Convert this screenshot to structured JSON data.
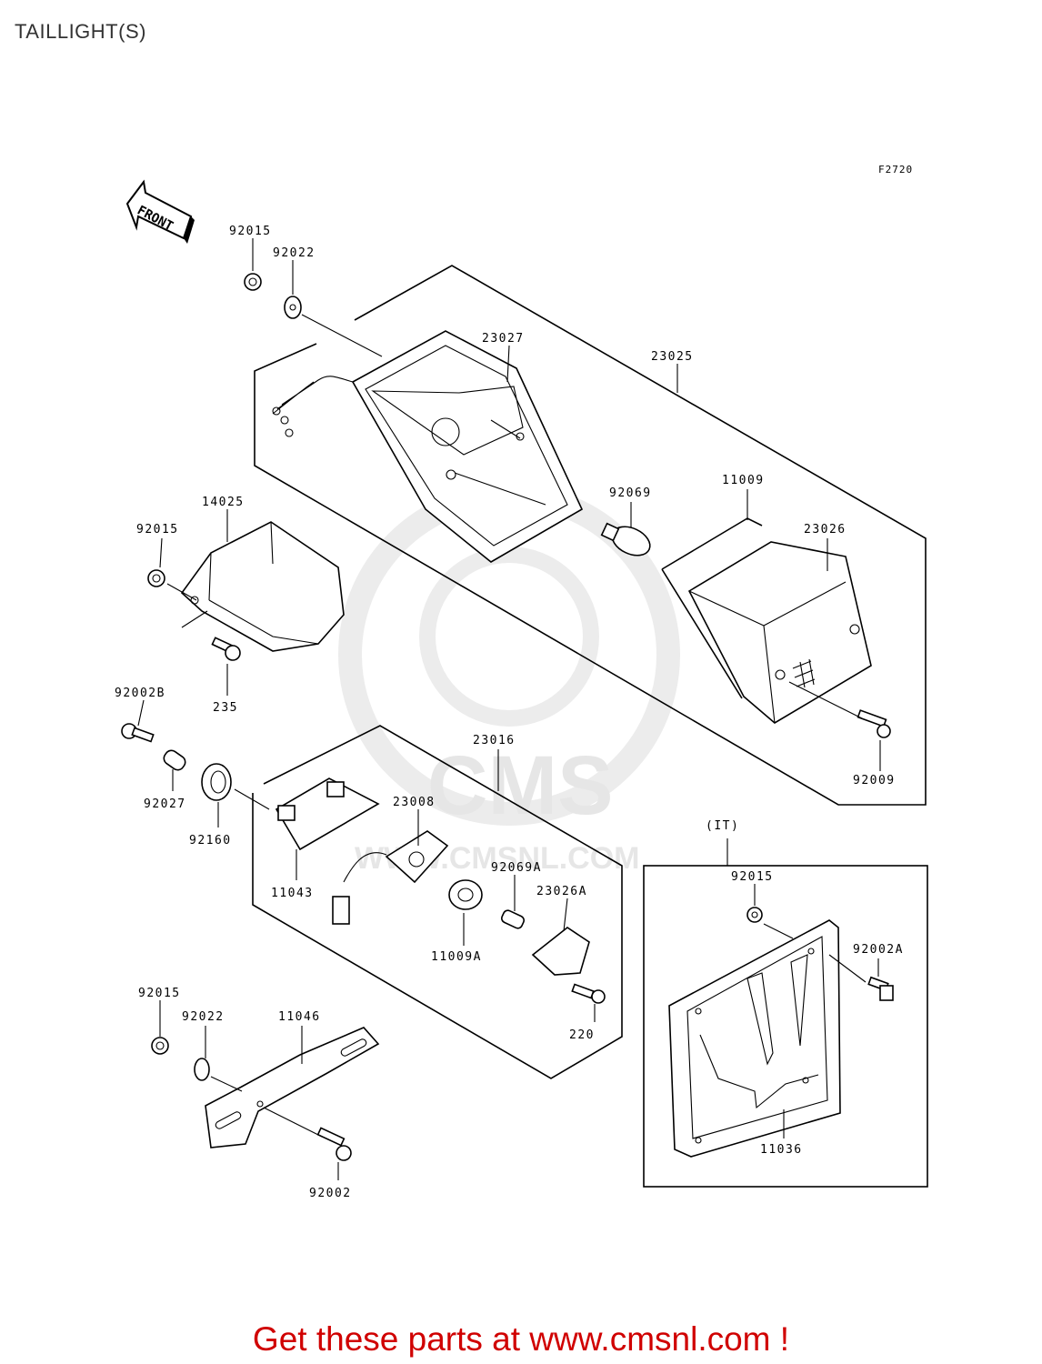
{
  "title": "TAILLIGHT(S)",
  "figure_code": "F2720",
  "front_label": "FRONT",
  "watermark": {
    "brand": "CMS",
    "url": "WWW.CMSNL.COM"
  },
  "variant_label": "(IT)",
  "parts": {
    "p92015_a": "92015",
    "p92022_a": "92022",
    "p23027": "23027",
    "p23025": "23025",
    "p14025": "14025",
    "p92015_b": "92015",
    "p235": "235",
    "p92069": "92069",
    "p11009": "11009",
    "p23026": "23026",
    "p92009": "92009",
    "p92002B": "92002B",
    "p92027": "92027",
    "p92160": "92160",
    "p23016": "23016",
    "p23008": "23008",
    "p11043": "11043",
    "p92069A": "92069A",
    "p23026A": "23026A",
    "p11009A": "11009A",
    "p220": "220",
    "p92015_c": "92015",
    "p92002A": "92002A",
    "p11036": "11036",
    "p92015_d": "92015",
    "p92022_b": "92022",
    "p11046": "11046",
    "p92002": "92002"
  },
  "promo": "Get these parts at www.cmsnl.com !",
  "colors": {
    "promo": "#d00000",
    "watermark": "#e6e6e6",
    "line": "#000000"
  }
}
